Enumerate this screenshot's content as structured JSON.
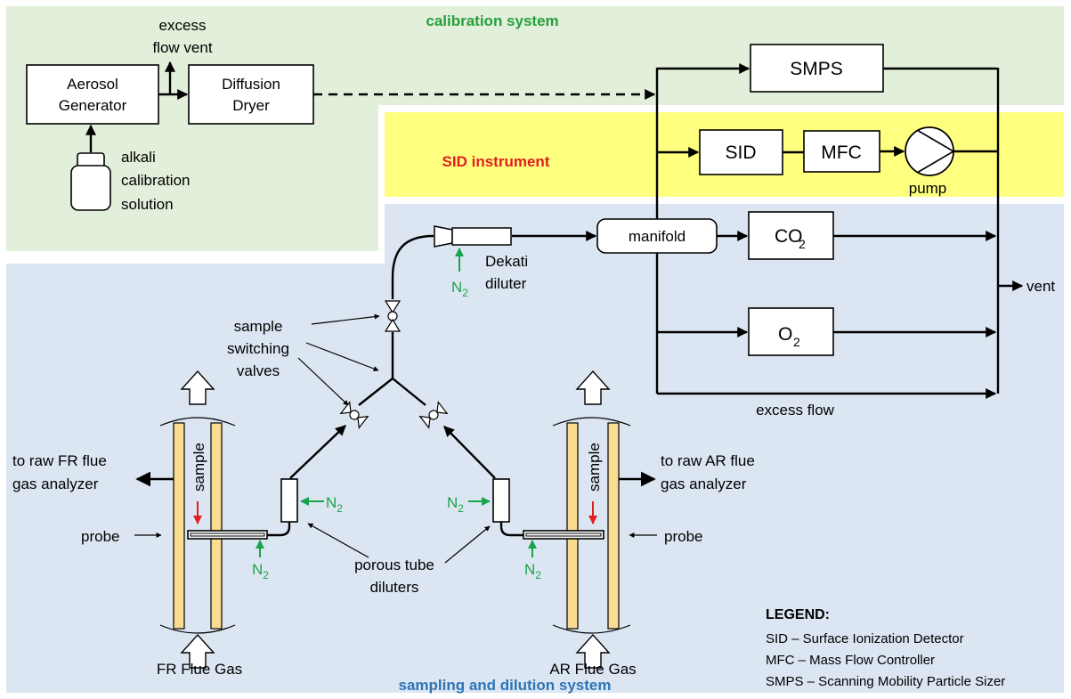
{
  "regions": {
    "calibration": "calibration system",
    "sid": "SID instrument",
    "sampling": "sampling and dilution system"
  },
  "components": {
    "aerosol_generator": [
      "Aerosol",
      "Generator"
    ],
    "diffusion_dryer": [
      "Diffusion",
      "Dryer"
    ],
    "excess_flow_vent": [
      "excess",
      "flow vent"
    ],
    "alkali_solution": [
      "alkali",
      "calibration",
      "solution"
    ],
    "smps": "SMPS",
    "sid": "SID",
    "mfc": "MFC",
    "pump": "pump",
    "manifold": "manifold",
    "co2": "CO",
    "co2_sub": "2",
    "o2": "O",
    "o2_sub": "2",
    "vent": "vent",
    "excess_flow": "excess flow",
    "dekati": [
      "Dekati",
      "diluter"
    ],
    "n2": "N",
    "n2_sub": "2",
    "switching_valves": [
      "sample",
      "switching",
      "valves"
    ],
    "porous_tube": [
      "porous tube",
      "diluters"
    ],
    "sample": "sample",
    "probe": "probe",
    "fr_analyzer": [
      "to raw FR flue",
      "gas analyzer"
    ],
    "ar_analyzer": [
      "to raw AR flue",
      "gas analyzer"
    ],
    "fr_flue_gas": "FR Flue Gas",
    "ar_flue_gas": "AR Flue Gas"
  },
  "legend": {
    "title": "LEGEND:",
    "items": [
      "SID – Surface Ionization Detector",
      "MFC – Mass Flow Controller",
      "SMPS – Scanning Mobility Particle Sizer"
    ]
  },
  "colors": {
    "calibration_bg": "#e2efda",
    "sid_bg": "#ffff7f",
    "sampling_bg": "#dce6f2",
    "calibration_title": "#27a03c",
    "sid_title": "#e02020",
    "sampling_title": "#2e75b6",
    "nitrogen": "#1aa34a",
    "flue_wall": "#f9dc8f",
    "sample_arrow": "#e02020"
  }
}
